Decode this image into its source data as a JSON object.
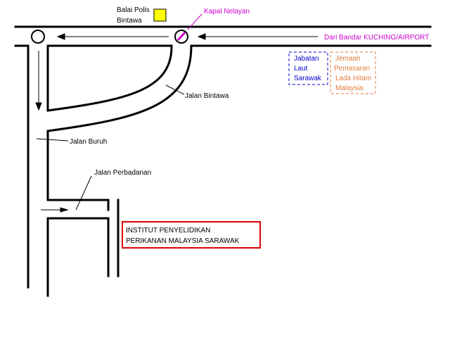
{
  "labels": {
    "balai_polis_line1": "Balai Polis",
    "balai_polis_line2": "Bintawa",
    "kapal_nelayan": "Kapal Nelayan",
    "from_city": "Dari Bandar KUCHING/AIRPORT",
    "jalan_bintawa": "Jalan Bintawa",
    "jalan_buruh": "Jalan Buruh",
    "jalan_perbadanan": "Jalan Perbadanan"
  },
  "jabatan_laut": {
    "lines": [
      "Jabatan",
      "Laut",
      "Sarawak"
    ]
  },
  "jemaah": {
    "lines": [
      "Jemaah",
      "Pemasaran",
      "Lada Hitam",
      "Malaysia"
    ]
  },
  "institute": {
    "lines": [
      "INSTITUT PENYELIDIKAN",
      "PERIKANAN MALAYSIA SARAWAK"
    ]
  },
  "colors": {
    "road": "#000000",
    "police_box_fill": "#ffff00",
    "kapal_nelayan": "#cc00cc",
    "from_city": "#cc00cc",
    "jabatan_laut": "#0000cc",
    "jemaah": "#e07b39",
    "institute_border": "#dd0000"
  }
}
